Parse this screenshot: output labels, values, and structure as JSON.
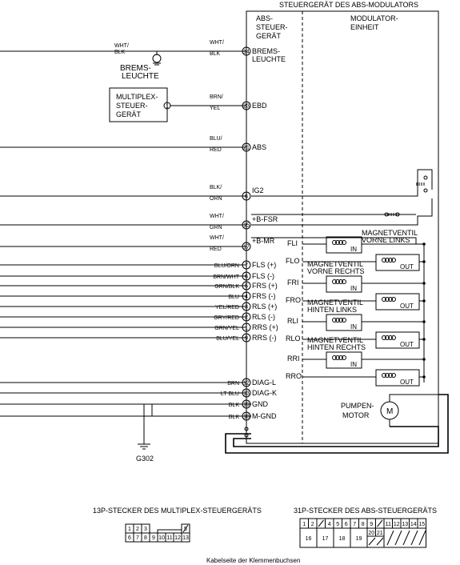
{
  "header": {
    "title": "STEUERGERÄT DES ABS-MODULATORS"
  },
  "units": {
    "abs_unit": [
      "ABS-",
      "STEUER-",
      "GERÄT"
    ],
    "modulator_unit": [
      "MODULATOR-",
      "EINHEIT"
    ]
  },
  "brake_light": {
    "label": [
      "BREMS-",
      "LEUCHTE"
    ],
    "wire_left": [
      "WHT/",
      "BLK"
    ]
  },
  "multiplex": {
    "label": [
      "MULTIPLEX-",
      "STEUER-",
      "GERÄT"
    ],
    "pin": "1"
  },
  "wires": [
    {
      "color": [
        "WHT/",
        "BLK"
      ],
      "pin": "14",
      "signal": [
        "BREMS-",
        "LEUCHTE"
      ]
    },
    {
      "color": [
        "BRN/",
        "YEL"
      ],
      "pin": "23",
      "signal": [
        "EBD"
      ]
    },
    {
      "color": [
        "BLU/",
        "RED"
      ],
      "pin": "21",
      "signal": [
        "ABS"
      ]
    },
    {
      "color": [
        "BLK/",
        "ORN"
      ],
      "pin": "6",
      "signal": [
        "IG2"
      ]
    },
    {
      "color": [
        "WHT/",
        "GRN"
      ],
      "pin": "15",
      "signal": [
        "+B-FSR"
      ]
    },
    {
      "color": [
        "WHT/",
        "RED"
      ],
      "pin": "17",
      "signal": [
        "+B-MR"
      ]
    },
    {
      "color": [
        "BLU/ORN"
      ],
      "pin": "7",
      "signal": [
        "FLS (+)"
      ]
    },
    {
      "color": [
        "BRN/WHT"
      ],
      "pin": "6",
      "signal": [
        "FLS (-)"
      ]
    },
    {
      "color": [
        "GRN/BLK"
      ],
      "pin": "5",
      "signal": [
        "FRS (+)"
      ]
    },
    {
      "color": [
        "BLU"
      ],
      "pin": "4",
      "signal": [
        "FRS (-)"
      ]
    },
    {
      "color": [
        "YEL/RED"
      ],
      "pin": "3",
      "signal": [
        "RLS (+)"
      ]
    },
    {
      "color": [
        "GRY/RED"
      ],
      "pin": "2",
      "signal": [
        "RLS (-)"
      ]
    },
    {
      "color": [
        "GRN/YEL"
      ],
      "pin": "1",
      "signal": [
        "RRS (+)"
      ]
    },
    {
      "color": [
        "BLU/YEL"
      ],
      "pin": "9",
      "signal": [
        "RRS (-)"
      ]
    },
    {
      "color": [
        "BRN"
      ],
      "pin": "12",
      "signal": [
        "DIAG-L"
      ]
    },
    {
      "color": [
        "LT BLU"
      ],
      "pin": "13",
      "signal": [
        "DIAG-K"
      ]
    },
    {
      "color": [
        "BLK"
      ],
      "pin": "19",
      "signal": [
        "GND"
      ]
    },
    {
      "color": [
        "BLK"
      ],
      "pin": "18",
      "signal": [
        "M-GND"
      ]
    }
  ],
  "valves": [
    {
      "title": [
        "MAGNETVENTIL",
        "VORNE LINKS"
      ],
      "in_pin": "FLI",
      "out_pin": "FLO"
    },
    {
      "title": [
        "MAGNETVENTIL",
        "VORNE RECHTS"
      ],
      "in_pin": "FRI",
      "out_pin": "FRO"
    },
    {
      "title": [
        "MAGNETVENTIL",
        "HINTEN LINKS"
      ],
      "in_pin": "RLI",
      "out_pin": "RLO"
    },
    {
      "title": [
        "MAGNETVENTIL",
        "HINTEN RECHTS"
      ],
      "in_pin": "RRI",
      "out_pin": "RRO"
    }
  ],
  "coil_labels": {
    "in": "IN",
    "out": "OUT"
  },
  "motor": {
    "label": [
      "PUMPEN-",
      "MOTOR"
    ],
    "symbol": "M"
  },
  "ground": {
    "label": "G302"
  },
  "connectors": {
    "mux_title": "13P-STECKER DES MULTIPLEX-STEUERGERÄTS",
    "mux_top": [
      "1",
      "2",
      "3",
      "",
      "",
      "",
      "",
      "5"
    ],
    "mux_bottom": [
      "6",
      "7",
      "8",
      "9",
      "10",
      "11",
      "12",
      "13"
    ],
    "abs_title": "31P-STECKER DES ABS-STEUERGERÄTS",
    "abs_top": [
      "1",
      "2",
      "",
      "4",
      "5",
      "6",
      "7",
      "8",
      "9",
      "",
      "11",
      "12",
      "13",
      "14",
      "15"
    ],
    "abs_bottom_big": [
      "16",
      "17",
      "18",
      "19"
    ],
    "abs_bottom_small": [
      "20",
      "21"
    ]
  },
  "footer": {
    "caption": "Kabelseite der Klemmenbuchsen"
  }
}
